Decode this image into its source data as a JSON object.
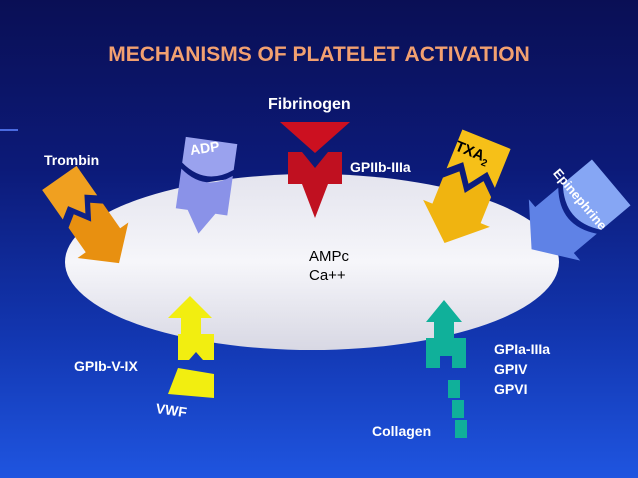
{
  "title": "MECHANISMS OF PLATELET ACTIVATION",
  "colors": {
    "title": "#f2a070",
    "ellipse": "#ececf4",
    "fibrinogen": "#cc1020",
    "adp": "#9aa2ee",
    "trombin": "#f0a020",
    "txa2": "#f6c018",
    "epinephrine": "#6f90ec",
    "vwf": "#f2ee10",
    "collagen": "#10b09a"
  },
  "labels": {
    "fibrinogen": "Fibrinogen",
    "gp2b3a": "GPIIb-IIIa",
    "trombin": "Trombin",
    "adp": "ADP",
    "txa": "TXA",
    "txa_sub": "2",
    "epinephrine": "Epinephrine",
    "ampc": "AMPc",
    "ca": "Ca++",
    "gp1b": "GPIb-V-IX",
    "vwf": "VWF",
    "collagen": "Collagen",
    "collagen_receptors": [
      "GPIa-IIIa",
      "GPIV",
      "GPVI"
    ]
  }
}
